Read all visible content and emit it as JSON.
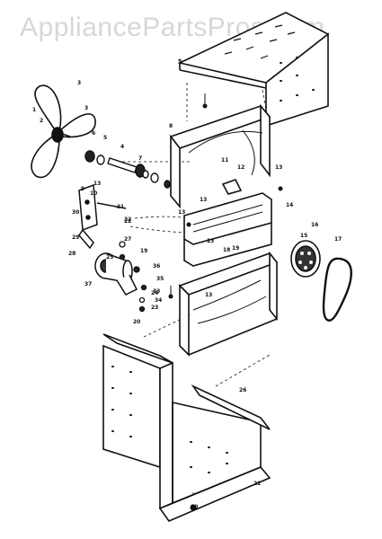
{
  "watermark": "AppliancePartsPros.com",
  "callouts": {
    "c1": "1",
    "c2": "2",
    "c3": "3",
    "c4": "4",
    "c5": "5",
    "c6": "6",
    "c7": "7",
    "c8": "8",
    "c9": "9",
    "c10": "10",
    "c11": "11",
    "c12": "12",
    "c13": "13",
    "c14": "14",
    "c15": "15",
    "c16": "16",
    "c17": "17",
    "c18": "18",
    "c19": "19",
    "c20": "20",
    "c21": "21",
    "c22": "22",
    "c23": "23",
    "c24": "24",
    "c25": "25",
    "c26": "26",
    "c27": "27",
    "c28": "28",
    "c29": "29",
    "c30": "30",
    "c31": "31",
    "c32": "32",
    "c33": "33",
    "c34": "34",
    "c35": "35",
    "c36": "36",
    "c37": "37"
  }
}
